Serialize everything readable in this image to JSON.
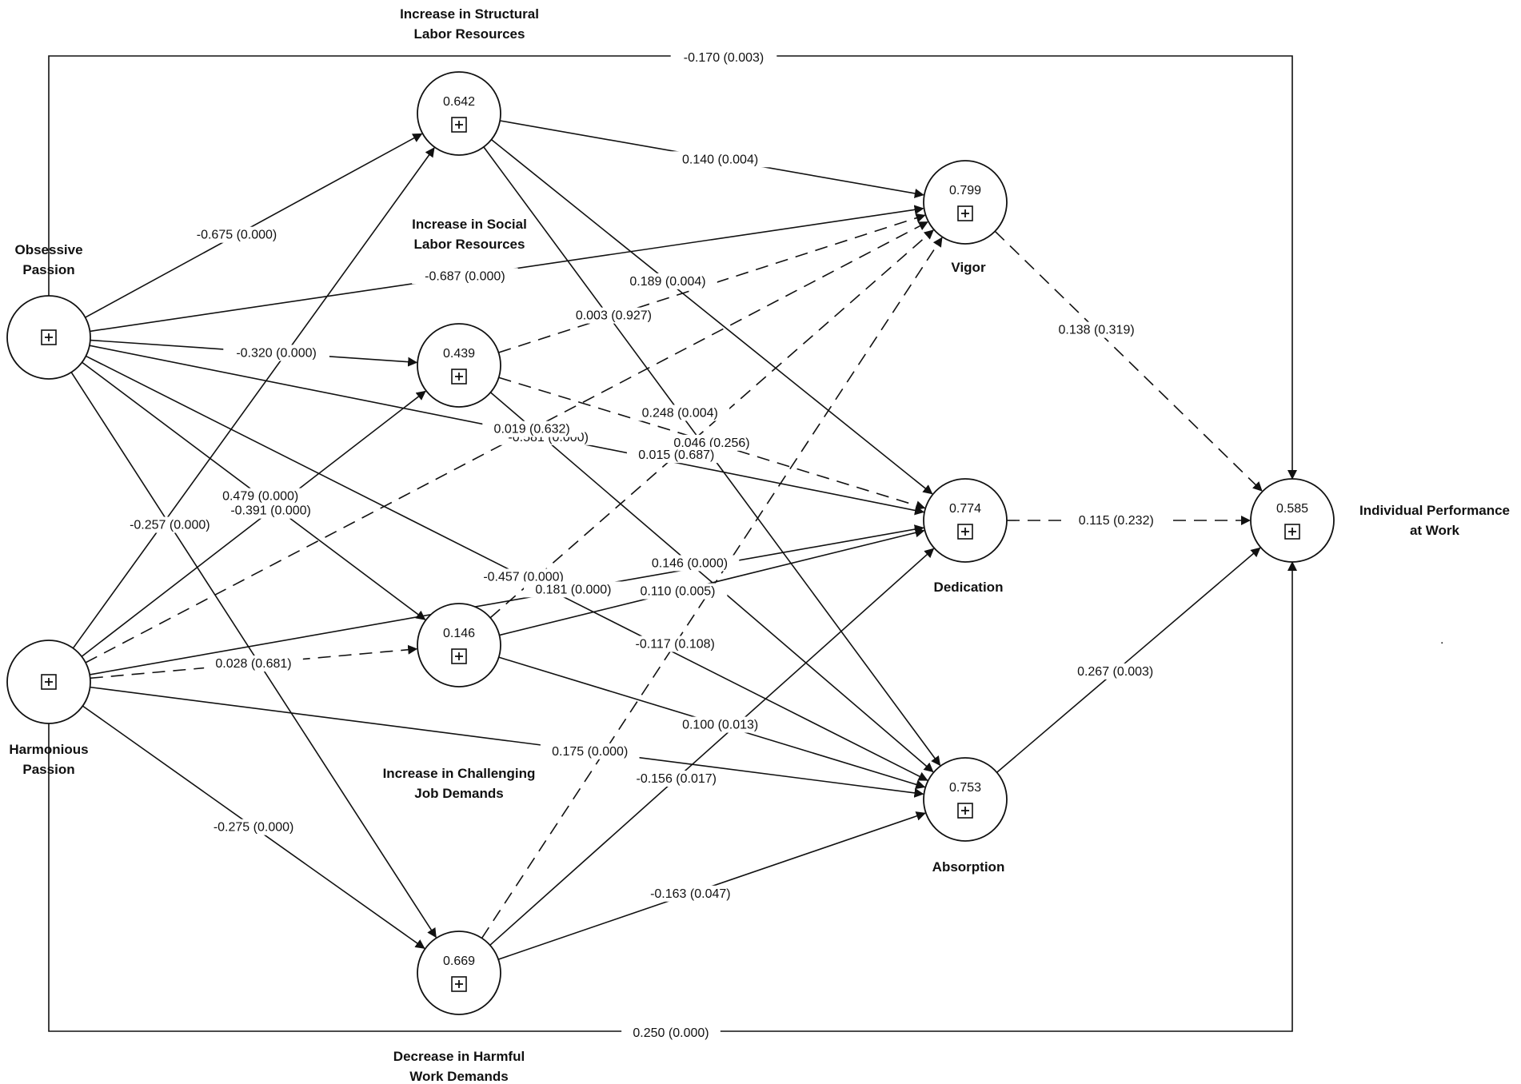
{
  "nodes": [
    {
      "id": "op",
      "value": "",
      "label": [
        "Obsessive",
        "Passion"
      ],
      "icon": "expand-box-icon"
    },
    {
      "id": "hp",
      "value": "",
      "label": [
        "Harmonious",
        "Passion"
      ],
      "icon": "expand-box-icon"
    },
    {
      "id": "slr",
      "value": "0.642",
      "label": [
        "Increase in Structural",
        "Labor Resources"
      ],
      "icon": "expand-box-icon"
    },
    {
      "id": "soc",
      "value": "0.439",
      "label": [
        "Increase in Social",
        "Labor Resources"
      ],
      "icon": "expand-box-icon"
    },
    {
      "id": "cjd",
      "value": "0.146",
      "label": [
        "Increase in Challenging",
        "Job Demands"
      ],
      "icon": "expand-box-icon"
    },
    {
      "id": "hwd",
      "value": "0.669",
      "label": [
        "Decrease in Harmful",
        "Work Demands"
      ],
      "icon": "expand-box-icon"
    },
    {
      "id": "vig",
      "value": "0.799",
      "label": [
        "Vigor"
      ],
      "icon": "expand-box-icon"
    },
    {
      "id": "ded",
      "value": "0.774",
      "label": [
        "Dedication"
      ],
      "icon": "expand-box-icon"
    },
    {
      "id": "abs",
      "value": "0.753",
      "label": [
        "Absorption"
      ],
      "icon": "expand-box-icon"
    },
    {
      "id": "ipw",
      "value": "0.585",
      "label": [
        "Individual Performance",
        "at Work"
      ],
      "icon": "expand-box-icon"
    }
  ],
  "paths": [
    {
      "from": "op",
      "to": "slr",
      "label": "-0.675 (0.000)",
      "dashed": false
    },
    {
      "from": "op",
      "to": "vig",
      "label": "-0.687 (0.000)",
      "dashed": false
    },
    {
      "from": "op",
      "to": "soc",
      "label": "-0.320 (0.000)",
      "dashed": false
    },
    {
      "from": "op",
      "to": "ded",
      "label": "-0.581 (0.000)",
      "dashed": false
    },
    {
      "from": "op",
      "to": "abs",
      "label": "-0.457 (0.000)",
      "dashed": false
    },
    {
      "from": "op",
      "to": "cjd",
      "label": "0.479 (0.000)",
      "dashed": false
    },
    {
      "from": "op",
      "to": "hwd",
      "label": "-0.257 (0.000)",
      "dashed": false
    },
    {
      "from": "op",
      "to": "ipw",
      "label": "-0.170 (0.003)",
      "dashed": false
    },
    {
      "from": "hp",
      "to": "slr",
      "label": "",
      "dashed": false
    },
    {
      "from": "hp",
      "to": "soc",
      "label": "-0.391 (0.000)",
      "dashed": false
    },
    {
      "from": "hp",
      "to": "vig",
      "label": "0.019 (0.632)",
      "dashed": true
    },
    {
      "from": "hp",
      "to": "ded",
      "label": "0.181 (0.000)",
      "dashed": false
    },
    {
      "from": "hp",
      "to": "cjd",
      "label": "0.028 (0.681)",
      "dashed": true
    },
    {
      "from": "hp",
      "to": "abs",
      "label": "0.175 (0.000)",
      "dashed": false
    },
    {
      "from": "hp",
      "to": "hwd",
      "label": "-0.275 (0.000)",
      "dashed": false
    },
    {
      "from": "hp",
      "to": "ipw",
      "label": "0.250 (0.000)",
      "dashed": false
    },
    {
      "from": "slr",
      "to": "vig",
      "label": "0.140 (0.004)",
      "dashed": false
    },
    {
      "from": "slr",
      "to": "ded",
      "label": "0.189 (0.004)",
      "dashed": false
    },
    {
      "from": "slr",
      "to": "abs",
      "label": "0.248 (0.004)",
      "dashed": false
    },
    {
      "from": "soc",
      "to": "vig",
      "label": "0.003 (0.927)",
      "dashed": true
    },
    {
      "from": "soc",
      "to": "ded",
      "label": "0.046 (0.256)",
      "dashed": true
    },
    {
      "from": "soc",
      "to": "abs",
      "label": "0.146 (0.000)",
      "dashed": false
    },
    {
      "from": "cjd",
      "to": "vig",
      "label": "0.015 (0.687)",
      "dashed": true
    },
    {
      "from": "cjd",
      "to": "ded",
      "label": "0.110 (0.005)",
      "dashed": false
    },
    {
      "from": "cjd",
      "to": "abs",
      "label": "0.100 (0.013)",
      "dashed": false
    },
    {
      "from": "hwd",
      "to": "vig",
      "label": "-0.117 (0.108)",
      "dashed": true
    },
    {
      "from": "hwd",
      "to": "ded",
      "label": "-0.156 (0.017)",
      "dashed": false
    },
    {
      "from": "hwd",
      "to": "abs",
      "label": "-0.163 (0.047)",
      "dashed": false
    },
    {
      "from": "vig",
      "to": "ipw",
      "label": "0.138 (0.319)",
      "dashed": true
    },
    {
      "from": "ded",
      "to": "ipw",
      "label": "0.115 (0.232)",
      "dashed": true
    },
    {
      "from": "abs",
      "to": "ipw",
      "label": "0.267 (0.003)",
      "dashed": false
    }
  ],
  "colors": {
    "stroke": "#111111",
    "background": "#ffffff",
    "node_fill": "#ffffff"
  },
  "note": "."
}
